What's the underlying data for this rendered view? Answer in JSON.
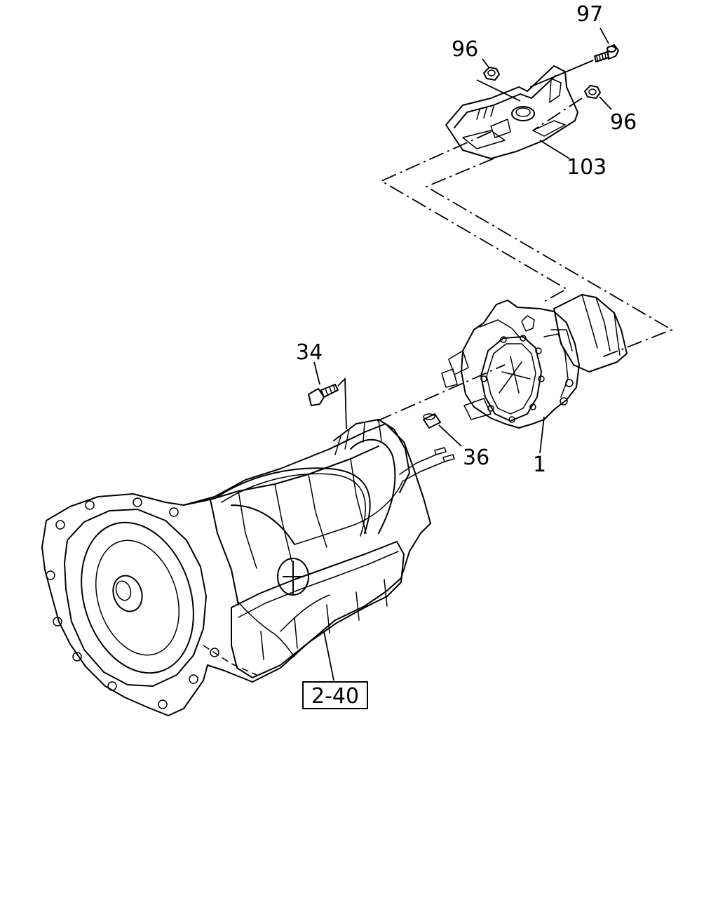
{
  "callouts": {
    "c97": "97",
    "c96_top": "96",
    "c96_right": "96",
    "c103": "103",
    "c34": "34",
    "c36": "36",
    "c1": "1"
  },
  "reference_box": {
    "label": "2-40"
  }
}
